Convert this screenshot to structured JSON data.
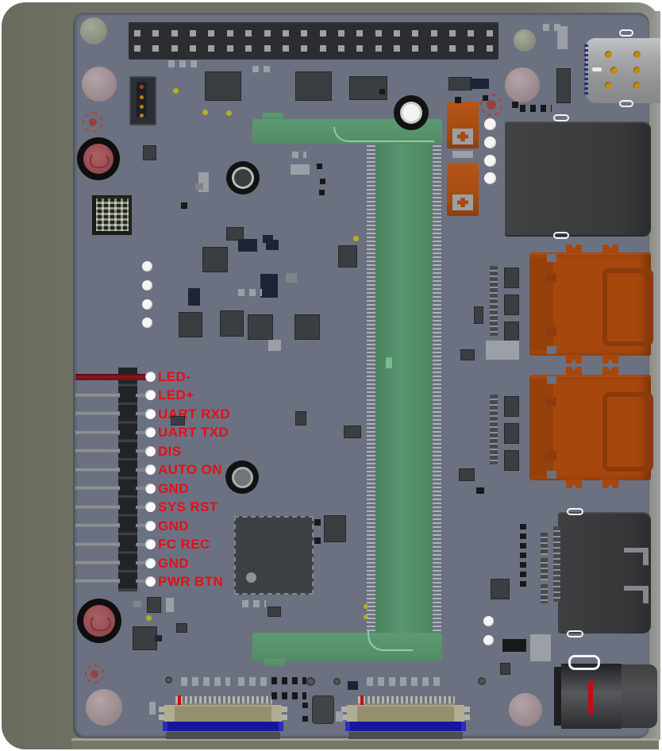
{
  "pins": {
    "labels": [
      "LED-",
      "LED+",
      "UART RXD",
      "UART TXD",
      "DIS",
      "AUTO ON",
      "GND",
      "SYS RST",
      "GND",
      "FC REC",
      "GND",
      "PWR BTN"
    ]
  },
  "colors": {
    "label_red": "#e40f16",
    "pcb": "#6c7181",
    "case_olive": "#6e7162",
    "dimm_green": "#549069",
    "usb3_orange": "#a7470d",
    "ffc_blue": "#16169b",
    "first_wire_maroon": "#6f1019",
    "cap_orange": "#a84b11"
  },
  "smd": [
    [
      212,
      76,
      40,
      9,
      "p"
    ],
    [
      318,
      83,
      28,
      8,
      "p"
    ],
    [
      258,
      90,
      44,
      35,
      "d"
    ],
    [
      372,
      90,
      44,
      35,
      "d"
    ],
    [
      440,
      96,
      46,
      28,
      "d"
    ],
    [
      565,
      97,
      28,
      15,
      "d"
    ],
    [
      592,
      99,
      24,
      13,
      "n"
    ],
    [
      684,
      30,
      22,
      9,
      "p"
    ],
    [
      702,
      33,
      13,
      29,
      "l"
    ],
    [
      701,
      86,
      16,
      42,
      "d"
    ],
    [
      655,
      132,
      40,
      9,
      "pb"
    ],
    [
      573,
      122,
      8,
      8,
      "b"
    ],
    [
      608,
      120,
      7,
      7,
      "b"
    ],
    [
      645,
      128,
      8,
      8,
      "b"
    ],
    [
      218,
      111,
      7,
      7,
      "y"
    ],
    [
      255,
      138,
      7,
      7,
      "y"
    ],
    [
      285,
      139,
      7,
      7,
      "y"
    ],
    [
      180,
      183,
      15,
      17,
      "d"
    ],
    [
      250,
      217,
      13,
      25,
      "l"
    ],
    [
      366,
      207,
      24,
      13,
      "l"
    ],
    [
      368,
      191,
      18,
      8,
      "p"
    ],
    [
      399,
      206,
      7,
      7,
      "b"
    ],
    [
      403,
      225,
      7,
      7,
      "b"
    ],
    [
      402,
      239,
      7,
      7,
      "b"
    ],
    [
      228,
      255,
      8,
      8,
      "b"
    ],
    [
      246,
      231,
      10,
      8,
      "g"
    ],
    [
      285,
      286,
      20,
      15,
      "d"
    ],
    [
      331,
      296,
      13,
      10,
      "n"
    ],
    [
      300,
      301,
      24,
      16,
      "n"
    ],
    [
      335,
      302,
      16,
      13,
      "n"
    ],
    [
      255,
      311,
      30,
      30,
      "d"
    ],
    [
      445,
      297,
      7,
      7,
      "y"
    ],
    [
      478,
      112,
      7,
      7,
      "b"
    ],
    [
      328,
      345,
      22,
      30,
      "n"
    ],
    [
      360,
      344,
      14,
      12,
      "g"
    ],
    [
      237,
      363,
      15,
      22,
      "n"
    ],
    [
      300,
      364,
      30,
      9,
      "p"
    ],
    [
      225,
      393,
      28,
      30,
      "d"
    ],
    [
      277,
      391,
      28,
      31,
      "d"
    ],
    [
      312,
      396,
      30,
      30,
      "d"
    ],
    [
      371,
      396,
      30,
      30,
      "d"
    ],
    [
      338,
      428,
      16,
      14,
      "l"
    ],
    [
      426,
      309,
      22,
      26,
      "d"
    ],
    [
      372,
      518,
      12,
      16,
      "d"
    ],
    [
      215,
      524,
      16,
      10,
      "d"
    ],
    [
      433,
      536,
      20,
      14,
      "d"
    ],
    [
      597,
      386,
      10,
      20,
      "d"
    ],
    [
      617,
      335,
      10,
      88,
      "cv"
    ],
    [
      635,
      337,
      17,
      24,
      "d"
    ],
    [
      635,
      371,
      17,
      24,
      "d"
    ],
    [
      635,
      405,
      17,
      24,
      "d"
    ],
    [
      612,
      429,
      42,
      24,
      "l"
    ],
    [
      617,
      497,
      10,
      88,
      "cv"
    ],
    [
      635,
      499,
      17,
      24,
      "d"
    ],
    [
      635,
      533,
      17,
      24,
      "d"
    ],
    [
      635,
      567,
      17,
      24,
      "d"
    ],
    [
      580,
      440,
      16,
      12,
      "d"
    ],
    [
      578,
      590,
      18,
      14,
      "d"
    ],
    [
      600,
      614,
      10,
      8,
      "b"
    ],
    [
      408,
      649,
      26,
      32,
      "d"
    ],
    [
      396,
      654,
      8,
      8,
      "b"
    ],
    [
      396,
      677,
      8,
      8,
      "b"
    ],
    [
      655,
      660,
      8,
      80,
      "dv"
    ],
    [
      681,
      671,
      9,
      28,
      "cv"
    ],
    [
      681,
      703,
      9,
      28,
      "cv"
    ],
    [
      681,
      736,
      9,
      24,
      "cv"
    ],
    [
      697,
      663,
      9,
      95,
      "cv"
    ],
    [
      618,
      729,
      22,
      24,
      "d"
    ],
    [
      633,
      805,
      30,
      16,
      "b"
    ],
    [
      668,
      799,
      26,
      34,
      "l"
    ],
    [
      630,
      835,
      11,
      13,
      "d"
    ],
    [
      167,
      789,
      29,
      28,
      "d"
    ],
    [
      185,
      752,
      16,
      18,
      "d"
    ],
    [
      209,
      753,
      10,
      18,
      "l"
    ],
    [
      168,
      757,
      10,
      8,
      "g"
    ],
    [
      222,
      785,
      12,
      10,
      "d"
    ],
    [
      195,
      800,
      9,
      8,
      "n"
    ],
    [
      184,
      775,
      7,
      7,
      "y"
    ],
    [
      305,
      756,
      30,
      9,
      "p"
    ],
    [
      337,
      764,
      15,
      11,
      "d"
    ],
    [
      458,
      761,
      6,
      6,
      "y"
    ],
    [
      458,
      774,
      6,
      6,
      "y"
    ],
    [
      570,
      190,
      26,
      9,
      "l"
    ],
    [
      228,
      853,
      62,
      11,
      "p"
    ],
    [
      300,
      853,
      40,
      11,
      "p"
    ],
    [
      342,
      853,
      44,
      9,
      "pb"
    ],
    [
      342,
      872,
      44,
      9,
      "pb"
    ],
    [
      462,
      853,
      92,
      11,
      "p"
    ],
    [
      438,
      858,
      13,
      11,
      "n"
    ],
    [
      381,
      885,
      7,
      7,
      "b"
    ],
    [
      381,
      902,
      7,
      7,
      "b"
    ],
    [
      423,
      896,
      9,
      13,
      "l"
    ],
    [
      188,
      884,
      8,
      16,
      "l"
    ],
    [
      208,
      852,
      9,
      9,
      "ring"
    ],
    [
      386,
      853,
      11,
      11,
      "ring"
    ],
    [
      420,
      854,
      9,
      9,
      "ring"
    ],
    [
      602,
      853,
      10,
      10,
      "ring"
    ]
  ]
}
